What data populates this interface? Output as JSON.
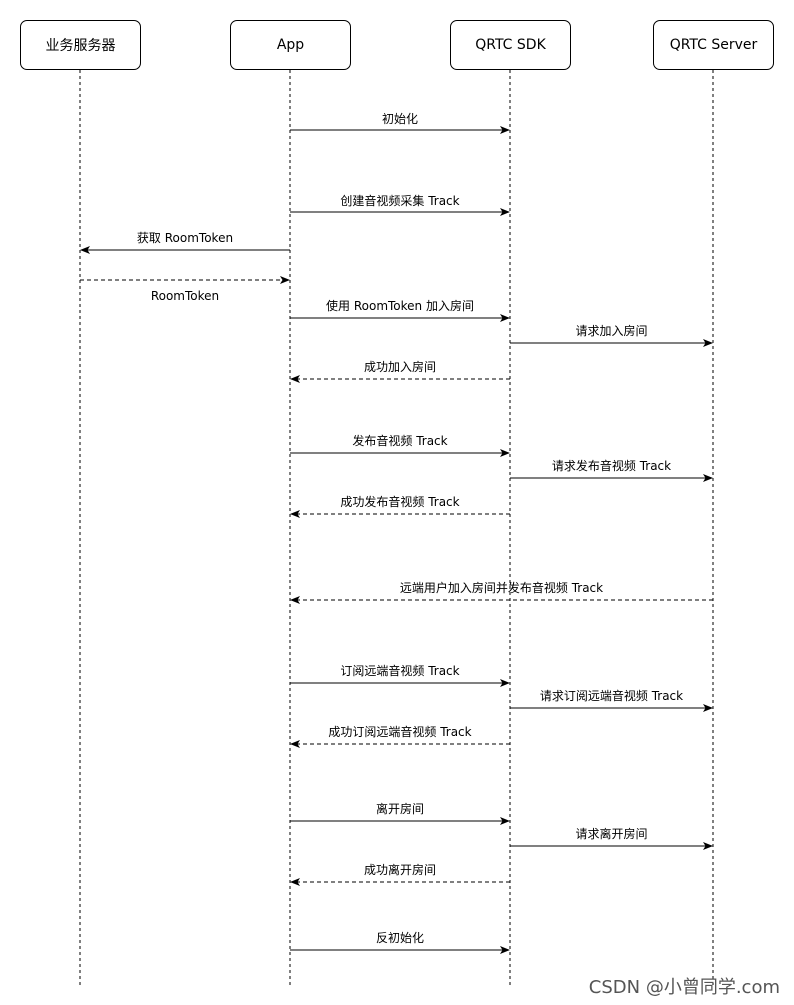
{
  "participants": {
    "business_server": "业务服务器",
    "app": "App",
    "sdk": "QRTC SDK",
    "server": "QRTC Server"
  },
  "messages": [
    {
      "from": "app",
      "to": "sdk",
      "label": "初始化",
      "style": "solid"
    },
    {
      "from": "app",
      "to": "sdk",
      "label": "创建音视频采集 Track",
      "style": "solid"
    },
    {
      "from": "app",
      "to": "business_server",
      "label": "获取 RoomToken",
      "style": "solid"
    },
    {
      "from": "business_server",
      "to": "app",
      "label": "RoomToken",
      "style": "dashed"
    },
    {
      "from": "app",
      "to": "sdk",
      "label": "使用 RoomToken 加入房间",
      "style": "solid"
    },
    {
      "from": "sdk",
      "to": "server",
      "label": "请求加入房间",
      "style": "solid"
    },
    {
      "from": "sdk",
      "to": "app",
      "label": "成功加入房间",
      "style": "dashed"
    },
    {
      "from": "app",
      "to": "sdk",
      "label": "发布音视频 Track",
      "style": "solid"
    },
    {
      "from": "sdk",
      "to": "server",
      "label": "请求发布音视频 Track",
      "style": "solid"
    },
    {
      "from": "sdk",
      "to": "app",
      "label": "成功发布音视频 Track",
      "style": "dashed"
    },
    {
      "from": "server",
      "to": "app",
      "label": "远端用户加入房间并发布音视频 Track",
      "style": "dashed"
    },
    {
      "from": "app",
      "to": "sdk",
      "label": "订阅远端音视频 Track",
      "style": "solid"
    },
    {
      "from": "sdk",
      "to": "server",
      "label": "请求订阅远端音视频 Track",
      "style": "solid"
    },
    {
      "from": "sdk",
      "to": "app",
      "label": "成功订阅远端音视频 Track",
      "style": "dashed"
    },
    {
      "from": "app",
      "to": "sdk",
      "label": "离开房间",
      "style": "solid"
    },
    {
      "from": "sdk",
      "to": "server",
      "label": "请求离开房间",
      "style": "solid"
    },
    {
      "from": "sdk",
      "to": "app",
      "label": "成功离开房间",
      "style": "dashed"
    },
    {
      "from": "app",
      "to": "sdk",
      "label": "反初始化",
      "style": "solid"
    }
  ],
  "watermark": "CSDN @小曾同学.com"
}
